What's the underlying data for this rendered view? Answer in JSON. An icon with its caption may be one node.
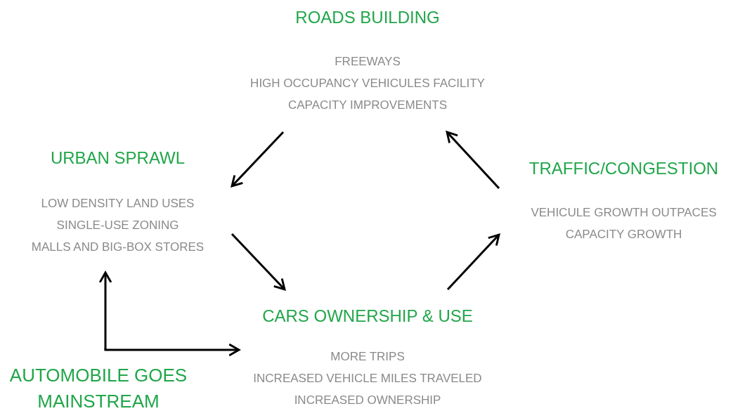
{
  "diagram": {
    "nodes": [
      {
        "text": [
          "ROADS BUILDING",
          "FREEWAYS",
          "HIGH OCCUPANCY VEHICULES FACILITY",
          "CAPACITY IMPROVEMENTS"
        ]
      },
      {
        "text": [
          "URBAN SPRAWL",
          "LOW DENSITY LAND USES",
          "SINGLE-USE ZONING",
          "MALLS AND BIG-BOX STORES"
        ]
      },
      {
        "text": [
          "TRAFFIC/CONGESTION",
          "VEHICULE GROWTH OUTPACES CAPACITY GROWTH"
        ]
      },
      {
        "text": [
          "CARS OWNERSHIP & USE",
          "MORE TRIPS",
          "INCREASED VEHICLE MILES TRAVELED",
          "INCREASED OWNERSHIP"
        ]
      },
      {
        "text": [
          "AUTOMOBILE GOES MAINSTREAM"
        ]
      }
    ],
    "edges": [
      {
        "from": 0,
        "to": 1,
        "arrow": "to"
      },
      {
        "from": 1,
        "to": 3,
        "arrow": "to"
      },
      {
        "from": 3,
        "to": 2,
        "arrow": "to"
      },
      {
        "from": 2,
        "to": 0,
        "arrow": "to"
      },
      {
        "from": 4,
        "to": 1,
        "arrow": "to"
      },
      {
        "from": 4,
        "to": 3,
        "arrow": "to"
      }
    ]
  }
}
